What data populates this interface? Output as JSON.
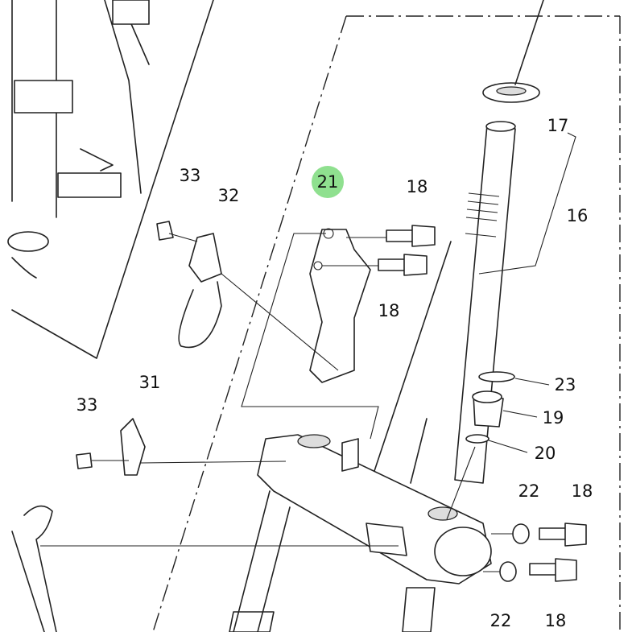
{
  "highlight_color": "#8fe08f",
  "highlighted_part": "21",
  "callouts": {
    "c33a": "33",
    "c32": "32",
    "c21": "21",
    "c18a": "18",
    "c17": "17",
    "c16": "16",
    "c18b": "18",
    "c23": "23",
    "c19": "19",
    "c20": "20",
    "c31": "31",
    "c33b": "33",
    "c22a": "22",
    "c18c": "18",
    "c22b": "22",
    "c18d": "18"
  }
}
